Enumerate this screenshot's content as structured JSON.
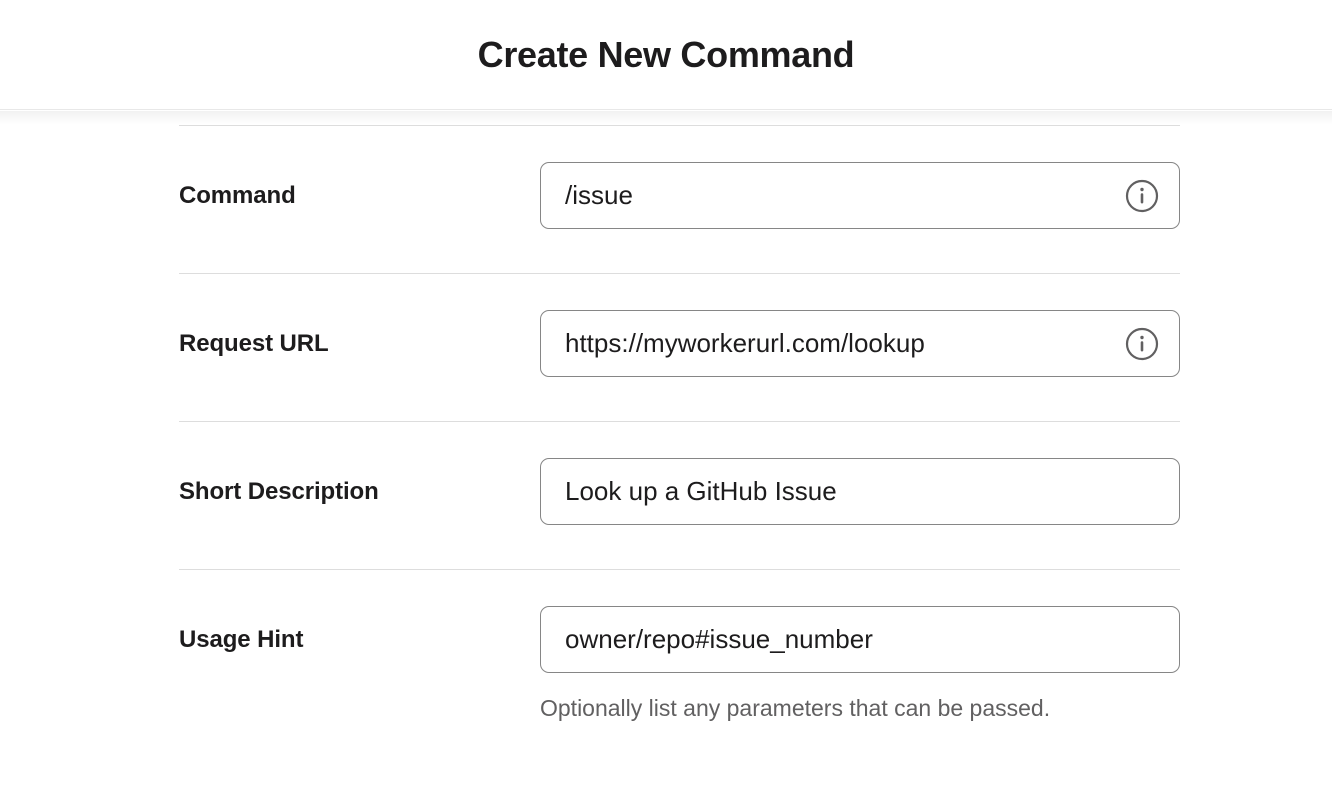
{
  "header": {
    "title": "Create New Command"
  },
  "colors": {
    "text_primary": "#1d1c1d",
    "text_muted": "#616061",
    "input_border": "#868686",
    "divider": "#dddddd",
    "background": "#ffffff"
  },
  "form": {
    "fields": [
      {
        "label": "Command",
        "value": "/issue",
        "placeholder": "",
        "has_info_icon": true,
        "info_icon_name": "info-circle-icon",
        "helper": ""
      },
      {
        "label": "Request URL",
        "value": "https://myworkerurl.com/lookup",
        "placeholder": "",
        "has_info_icon": true,
        "info_icon_name": "info-circle-icon",
        "helper": ""
      },
      {
        "label": "Short Description",
        "value": "Look up a GitHub Issue",
        "placeholder": "",
        "has_info_icon": false,
        "info_icon_name": "",
        "helper": ""
      },
      {
        "label": "Usage Hint",
        "value": "owner/repo#issue_number",
        "placeholder": "",
        "has_info_icon": false,
        "info_icon_name": "",
        "helper": "Optionally list any parameters that can be passed."
      }
    ]
  }
}
